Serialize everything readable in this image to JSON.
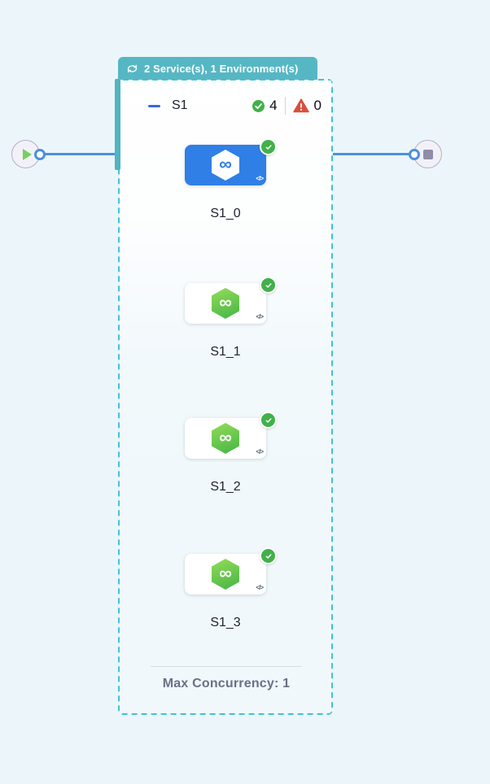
{
  "stage_badge": {
    "label": "2 Service(s), 1 Environment(s)"
  },
  "stage": {
    "name": "S1",
    "success_count": "4",
    "error_count": "0",
    "footer_label": "Max Concurrency: 1"
  },
  "nodes": [
    {
      "label": "S1_0",
      "selected": true,
      "status": "success"
    },
    {
      "label": "S1_1",
      "selected": false,
      "status": "success"
    },
    {
      "label": "S1_2",
      "selected": false,
      "status": "success"
    },
    {
      "label": "S1_3",
      "selected": false,
      "status": "success"
    }
  ],
  "glyphs": {
    "infinity": "∞",
    "code": "</>"
  },
  "colors": {
    "canvas_bg": "#ecf6fa",
    "badge_teal": "#56b7c4",
    "dashed_border_teal": "#41c3d3",
    "link_blue": "#4a90dd",
    "selected_node_blue": "#2f7fe7",
    "hexagon_green_top": "#93dc59",
    "hexagon_green_bottom": "#45b545",
    "success_green": "#41b149",
    "error_red": "#d8503d",
    "play_green": "#76d060",
    "stop_gray": "#8f8da8",
    "collapse_blue": "#3a68d8",
    "footer_text_gray": "#6a7187"
  }
}
